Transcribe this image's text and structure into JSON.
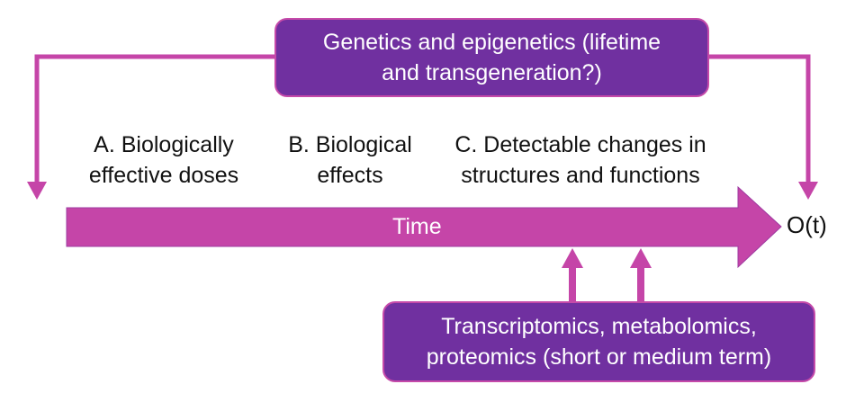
{
  "colors": {
    "box_fill": "#7030a0",
    "arrow": "#c545a8",
    "text_dark": "#111111"
  },
  "top_box": {
    "line1": "Genetics and epigenetics (lifetime",
    "line2": "and transgeneration?)"
  },
  "stages": [
    {
      "line1": "A. Biologically",
      "line2": "effective doses"
    },
    {
      "line1": "B. Biological",
      "line2": "effects"
    },
    {
      "line1": "C. Detectable changes in",
      "line2": "structures and functions"
    }
  ],
  "time_arrow": {
    "label": "Time"
  },
  "outcome": {
    "label": "O(t)"
  },
  "bottom_box": {
    "line1": "Transcriptomics, metabolomics,",
    "line2": "proteomics (short or medium term)"
  }
}
